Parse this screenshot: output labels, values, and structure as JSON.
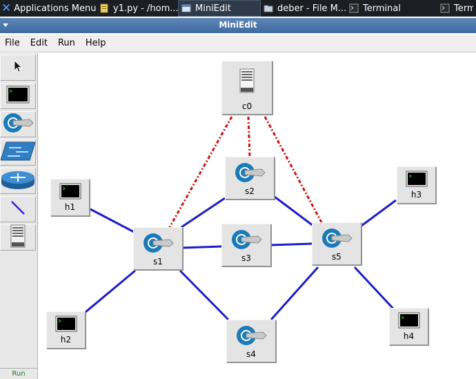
{
  "taskbar": {
    "apps_menu": "Applications Menu",
    "tasks": [
      {
        "label": "y1.py - /hom...",
        "icon": "text-editor-icon"
      },
      {
        "label": "MiniEdit",
        "icon": "window-icon",
        "active": true
      },
      {
        "label": "deber - File M...",
        "icon": "folder-icon"
      },
      {
        "label": "Terminal",
        "icon": "terminal-icon"
      },
      {
        "label": "Termi",
        "icon": "terminal-icon"
      }
    ]
  },
  "window": {
    "title": "MiniEdit"
  },
  "menubar": [
    "File",
    "Edit",
    "Run",
    "Help"
  ],
  "toolbar": {
    "tools": [
      {
        "name": "select-tool",
        "icon": "pointer-icon"
      },
      {
        "name": "host-tool",
        "icon": "host-terminal-icon"
      },
      {
        "name": "switch-tool",
        "icon": "switch-icon"
      },
      {
        "name": "legacy-switch-tool",
        "icon": "legacy-switch-icon"
      },
      {
        "name": "router-tool",
        "icon": "router-icon"
      },
      {
        "name": "link-tool",
        "icon": "link-icon"
      },
      {
        "name": "controller-tool",
        "icon": "controller-icon"
      }
    ],
    "run_label": "Run"
  },
  "topology": {
    "nodes": [
      {
        "id": "c0",
        "label": "c0",
        "type": "controller"
      },
      {
        "id": "s1",
        "label": "s1",
        "type": "switch"
      },
      {
        "id": "s2",
        "label": "s2",
        "type": "switch"
      },
      {
        "id": "s3",
        "label": "s3",
        "type": "switch"
      },
      {
        "id": "s4",
        "label": "s4",
        "type": "switch"
      },
      {
        "id": "s5",
        "label": "s5",
        "type": "switch"
      },
      {
        "id": "h1",
        "label": "h1",
        "type": "host"
      },
      {
        "id": "h2",
        "label": "h2",
        "type": "host"
      },
      {
        "id": "h3",
        "label": "h3",
        "type": "host"
      },
      {
        "id": "h4",
        "label": "h4",
        "type": "host"
      }
    ],
    "links": [
      {
        "from": "h1",
        "to": "s1"
      },
      {
        "from": "h2",
        "to": "s1"
      },
      {
        "from": "s1",
        "to": "s2"
      },
      {
        "from": "s1",
        "to": "s3"
      },
      {
        "from": "s1",
        "to": "s4"
      },
      {
        "from": "s2",
        "to": "s5"
      },
      {
        "from": "s3",
        "to": "s5"
      },
      {
        "from": "s4",
        "to": "s5"
      },
      {
        "from": "s5",
        "to": "h3"
      },
      {
        "from": "s5",
        "to": "h4"
      }
    ],
    "controller_links": [
      {
        "from": "c0",
        "to": "s1"
      },
      {
        "from": "c0",
        "to": "s2"
      },
      {
        "from": "c0",
        "to": "s5"
      }
    ],
    "colors": {
      "data_link": "#1c1cc8",
      "controller_link": "#cc1111",
      "switch_blue": "#1a7bb8"
    }
  }
}
